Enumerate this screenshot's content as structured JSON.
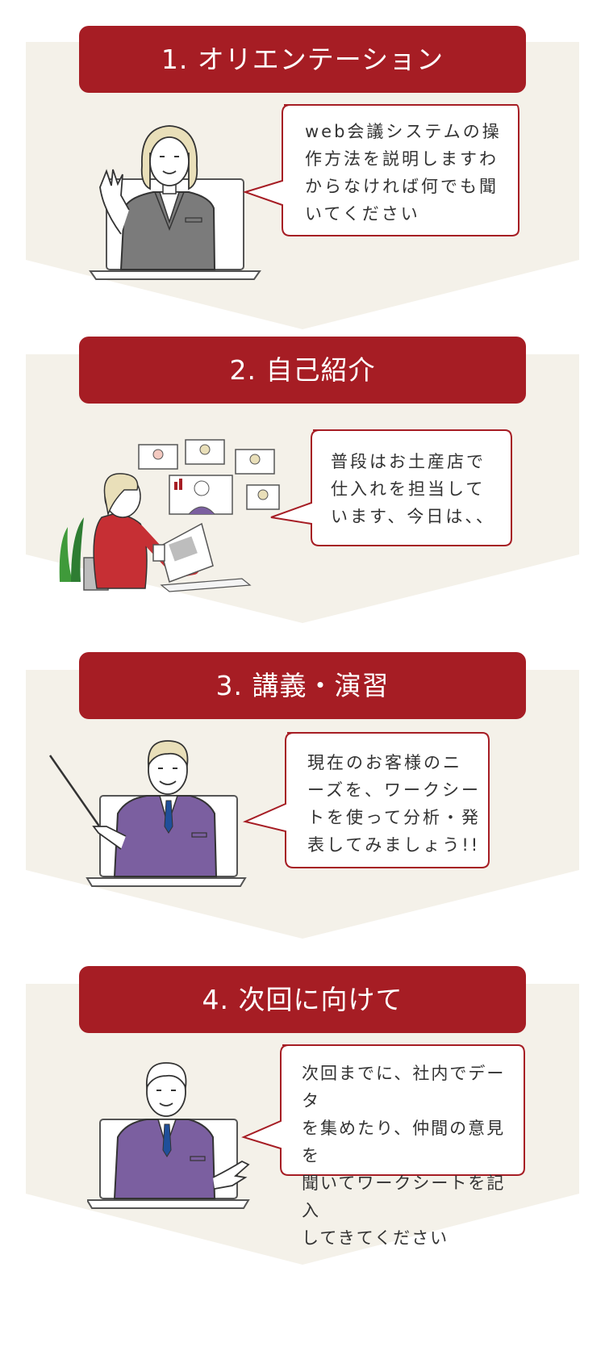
{
  "colors": {
    "accent": "#a61d24",
    "panel": "#f4f1e9",
    "bubble_border": "#a61d24",
    "text": "#333333"
  },
  "steps": [
    {
      "title": "1. オリエンテーション",
      "speech": "web会議システムの操\n作方法を説明しますわ\nからなければ何でも聞\nいてください",
      "illustration": "presenter-woman-laptop-icon"
    },
    {
      "title": "2. 自己紹介",
      "speech": "普段はお土産店で\n仕入れを担当して\nいます、今日は、、",
      "illustration": "video-conference-participant-icon"
    },
    {
      "title": "3. 講義・演習",
      "speech": "現在のお客様のニ\nーズを、ワークシー\nトを使って分析・発\n表してみましょう!!",
      "illustration": "lecturer-pointer-laptop-icon"
    },
    {
      "title": "4. 次回に向けて",
      "speech": "次回までに、社内でデータ\nを集めたり、仲間の意見を\n聞いてワークシートを記入\nしてきてください",
      "illustration": "presenter-man-laptop-icon"
    }
  ]
}
